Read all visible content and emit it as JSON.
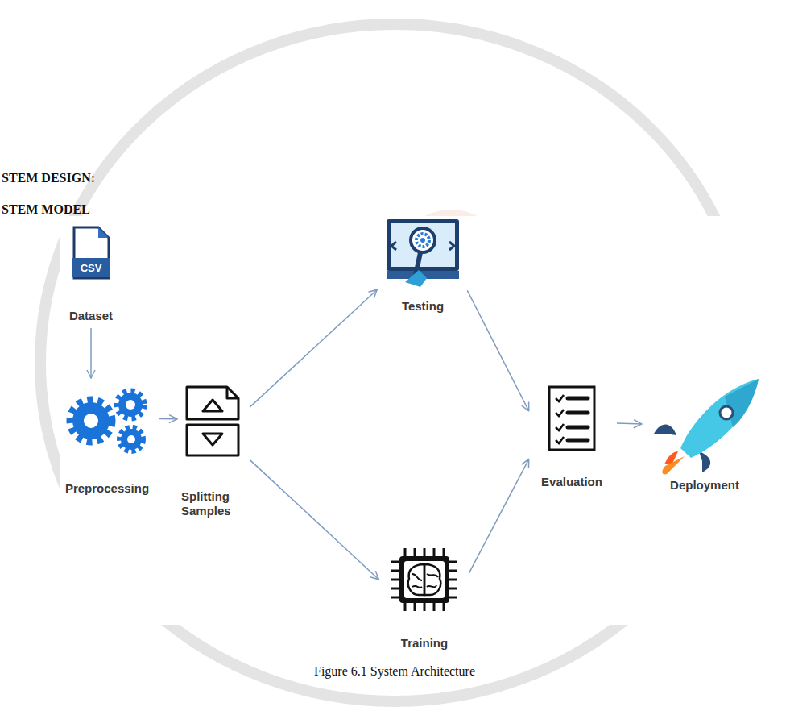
{
  "diagram": {
    "caption": "Figure 6.1 System Architecture",
    "nodes": [
      {
        "text": [
          "Dataset"
        ]
      },
      {
        "text": [
          "Preprocessing"
        ]
      },
      {
        "text": [
          "Splitting Samples"
        ]
      },
      {
        "text": [
          "Testing"
        ]
      },
      {
        "text": [
          "Training"
        ]
      },
      {
        "text": [
          "Evaluation"
        ]
      },
      {
        "text": [
          "Deployment"
        ]
      }
    ],
    "edges": [
      {
        "from": 0,
        "to": 1,
        "arrow": "to"
      },
      {
        "from": 1,
        "to": 2,
        "arrow": "to"
      },
      {
        "from": 2,
        "to": 3,
        "arrow": "to"
      },
      {
        "from": 2,
        "to": 4,
        "arrow": "to"
      },
      {
        "from": 3,
        "to": 5,
        "arrow": "to"
      },
      {
        "from": 4,
        "to": 5,
        "arrow": "to"
      },
      {
        "from": 5,
        "to": 6,
        "arrow": "to"
      }
    ],
    "labels": [
      "STEM DESIGN:",
      "STEM MODEL",
      "CSV"
    ]
  }
}
